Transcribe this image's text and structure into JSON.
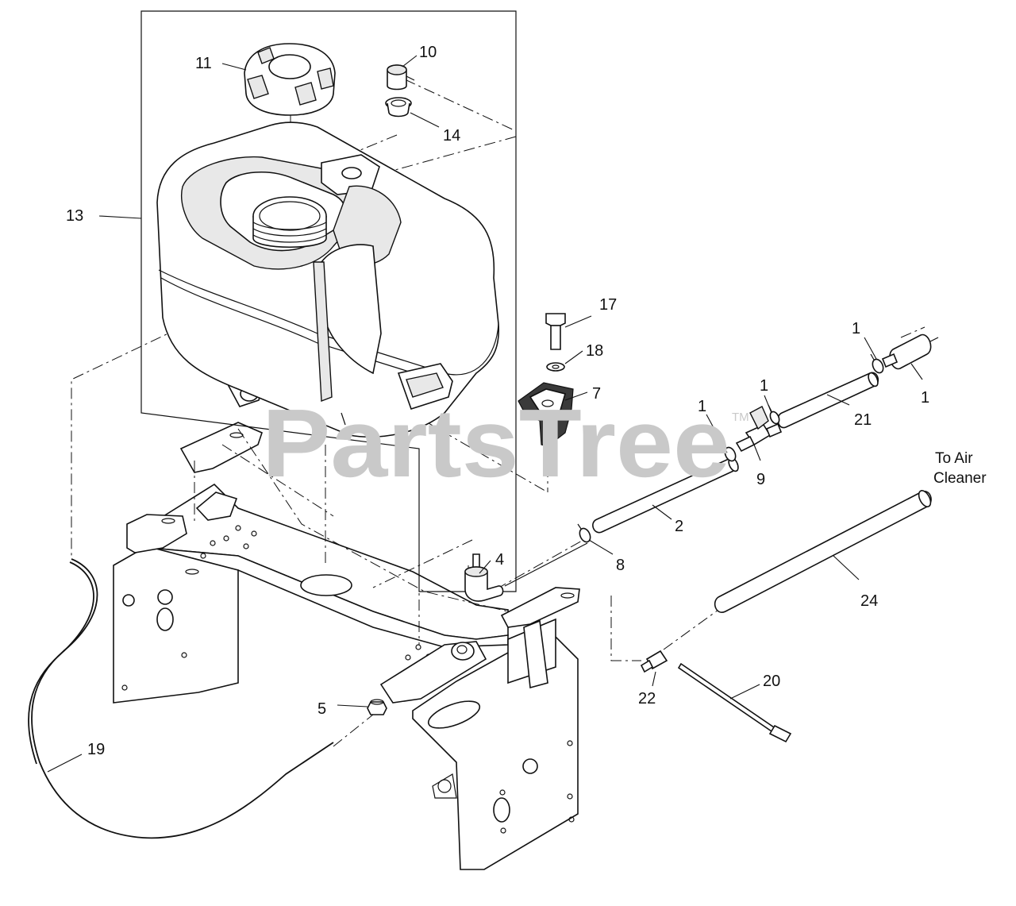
{
  "watermark": {
    "text": "PartsTree",
    "tm": "TM",
    "color": "#c9c9c9"
  },
  "note": {
    "line1": "To Air",
    "line2": "Cleaner"
  },
  "callouts": [
    {
      "id": "c11",
      "label": "11"
    },
    {
      "id": "c10",
      "label": "10"
    },
    {
      "id": "c14",
      "label": "14"
    },
    {
      "id": "c13",
      "label": "13"
    },
    {
      "id": "c17",
      "label": "17"
    },
    {
      "id": "c18",
      "label": "18"
    },
    {
      "id": "c7",
      "label": "7"
    },
    {
      "id": "c1a",
      "label": "1"
    },
    {
      "id": "c1b",
      "label": "1"
    },
    {
      "id": "c1c",
      "label": "1"
    },
    {
      "id": "c1d",
      "label": "1"
    },
    {
      "id": "c21",
      "label": "21"
    },
    {
      "id": "c9",
      "label": "9"
    },
    {
      "id": "c2",
      "label": "2"
    },
    {
      "id": "c8",
      "label": "8"
    },
    {
      "id": "c4",
      "label": "4"
    },
    {
      "id": "c24",
      "label": "24"
    },
    {
      "id": "c20",
      "label": "20"
    },
    {
      "id": "c22",
      "label": "22"
    },
    {
      "id": "c5",
      "label": "5"
    },
    {
      "id": "c19",
      "label": "19"
    }
  ]
}
